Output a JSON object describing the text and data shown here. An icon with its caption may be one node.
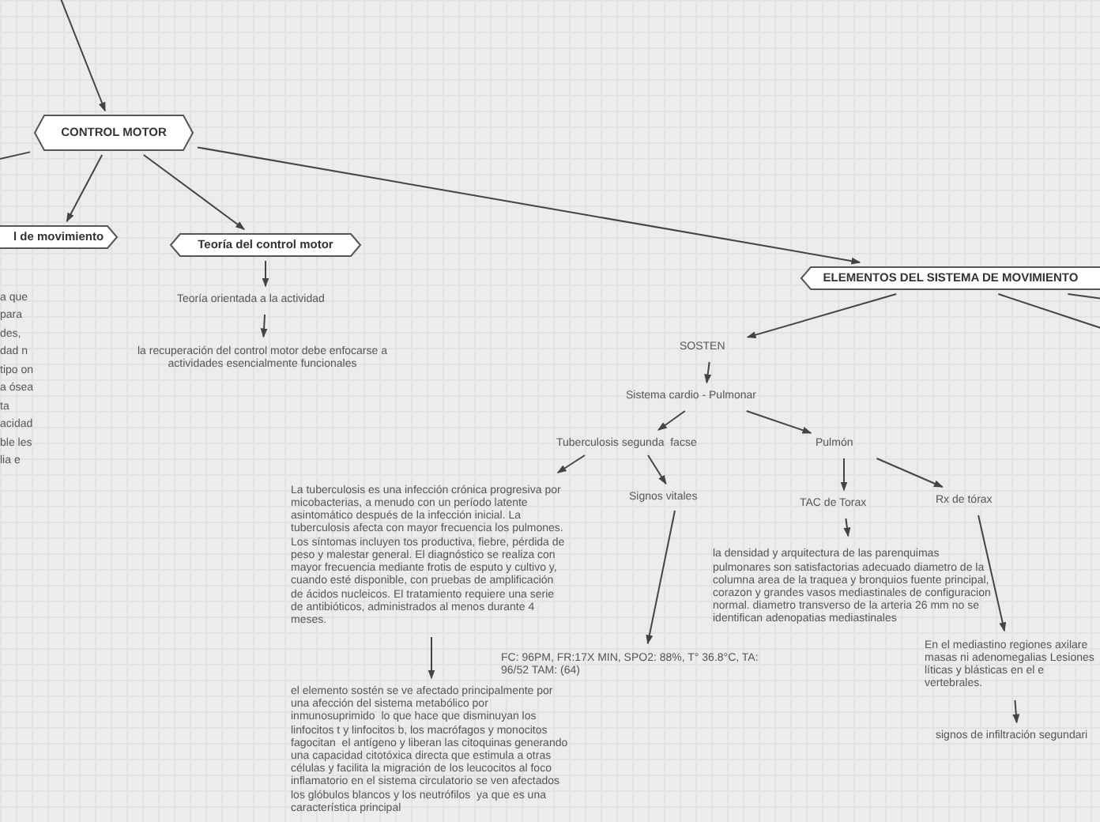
{
  "diagram": {
    "nodes": [
      {
        "text": [
          "CONTROL MOTOR"
        ]
      },
      {
        "text": [
          "l de movimiento"
        ]
      },
      {
        "text": [
          "a que para des, dad n tipo on a ósea ta acidad ble les lia e"
        ]
      },
      {
        "text": [
          "Teoría del control motor"
        ]
      },
      {
        "text": [
          "Teoría orientada a la actividad"
        ]
      },
      {
        "text": [
          "la recuperación del control motor debe enfocarse a actividades esencialmente funcionales"
        ]
      },
      {
        "text": [
          "ELEMENTOS DEL SISTEMA DE MOVIMIENTO"
        ]
      },
      {
        "text": [
          "SOSTEN"
        ]
      },
      {
        "text": [
          "Sistema cardio - Pulmonar"
        ]
      },
      {
        "text": [
          "Tuberculosis segunda  facse"
        ]
      },
      {
        "text": [
          "Pulmón"
        ]
      },
      {
        "text": [
          "La tuberculosis es una infección crónica progresiva por micobacterias, a menudo con un período latente asintomático después de la infección inicial. La tuberculosis afecta con mayor frecuencia los pulmones. Los síntomas incluyen tos productiva, fiebre, pérdida de peso y malestar general. El diagnóstico se realiza con mayor frecuencia mediante frotis de esputo y cultivo y, cuando esté disponible, con pruebas de amplificación de ácidos nucleicos. El tratamiento requiere una serie de antibióticos, administrados al menos durante 4 meses."
        ]
      },
      {
        "text": [
          "Signos vitales"
        ]
      },
      {
        "text": [
          "TAC de Torax"
        ]
      },
      {
        "text": [
          "Rx de tórax"
        ]
      },
      {
        "text": [
          "la densidad y arquitectura de las parenquimas pulmonares son satisfactorias adecuado diametro de la columna area de la traquea y bronquios fuente principal, corazon y grandes vasos mediastinales de configuracion normal. diametro transverso de la arteria 26 mm no se identifican adenopatias mediastinales"
        ]
      },
      {
        "text": [
          "FC: 96PM, FR:17X MIN, SPO2: 88%, T° 36.8°C, TA: 96/52 TAM: (64)"
        ]
      },
      {
        "text": [
          "el elemento sostén se ve afectado principalmente por una afección del sistema metabólico por inmunosuprimido  lo que hace que disminuyan los linfocitos t y linfocitos b, los macrófagos y monocitos fagocitan  el antígeno y liberan las citoquinas generando una capacidad citotóxica directa que estimula a otras células y facilita la migración de los leucocitos al foco inflamatorio en el sistema circulatorio se ven afectados los glóbulos blancos y los neutrófilos  ya que es una característica principal"
        ]
      },
      {
        "text": [
          "En el mediastino regiones axilare masas ni adenomegalias Lesiones líticas y blásticas en el e vertebrales."
        ]
      },
      {
        "text": [
          "signos de infiltración segundari"
        ]
      }
    ],
    "edges": [
      {
        "from": null,
        "to": 0,
        "arrow": "to"
      },
      {
        "from": 0,
        "to": null,
        "arrow": "none"
      },
      {
        "from": 0,
        "to": 1,
        "arrow": "to"
      },
      {
        "from": 0,
        "to": 3,
        "arrow": "to"
      },
      {
        "from": 0,
        "to": 6,
        "arrow": "to"
      },
      {
        "from": 3,
        "to": 4,
        "arrow": "to"
      },
      {
        "from": 4,
        "to": 5,
        "arrow": "to"
      },
      {
        "from": 6,
        "to": 7,
        "arrow": "to"
      },
      {
        "from": 6,
        "to": null,
        "arrow": "none"
      },
      {
        "from": 6,
        "to": null,
        "arrow": "none"
      },
      {
        "from": 7,
        "to": 8,
        "arrow": "to"
      },
      {
        "from": 8,
        "to": 9,
        "arrow": "to"
      },
      {
        "from": 8,
        "to": 10,
        "arrow": "to"
      },
      {
        "from": 9,
        "to": 11,
        "arrow": "to"
      },
      {
        "from": 9,
        "to": 12,
        "arrow": "to"
      },
      {
        "from": 12,
        "to": 16,
        "arrow": "to"
      },
      {
        "from": 11,
        "to": 17,
        "arrow": "to"
      },
      {
        "from": 10,
        "to": 13,
        "arrow": "to"
      },
      {
        "from": 10,
        "to": 14,
        "arrow": "to"
      },
      {
        "from": 13,
        "to": 15,
        "arrow": "to"
      },
      {
        "from": 14,
        "to": 18,
        "arrow": "to"
      },
      {
        "from": 18,
        "to": 19,
        "arrow": "to"
      }
    ]
  }
}
